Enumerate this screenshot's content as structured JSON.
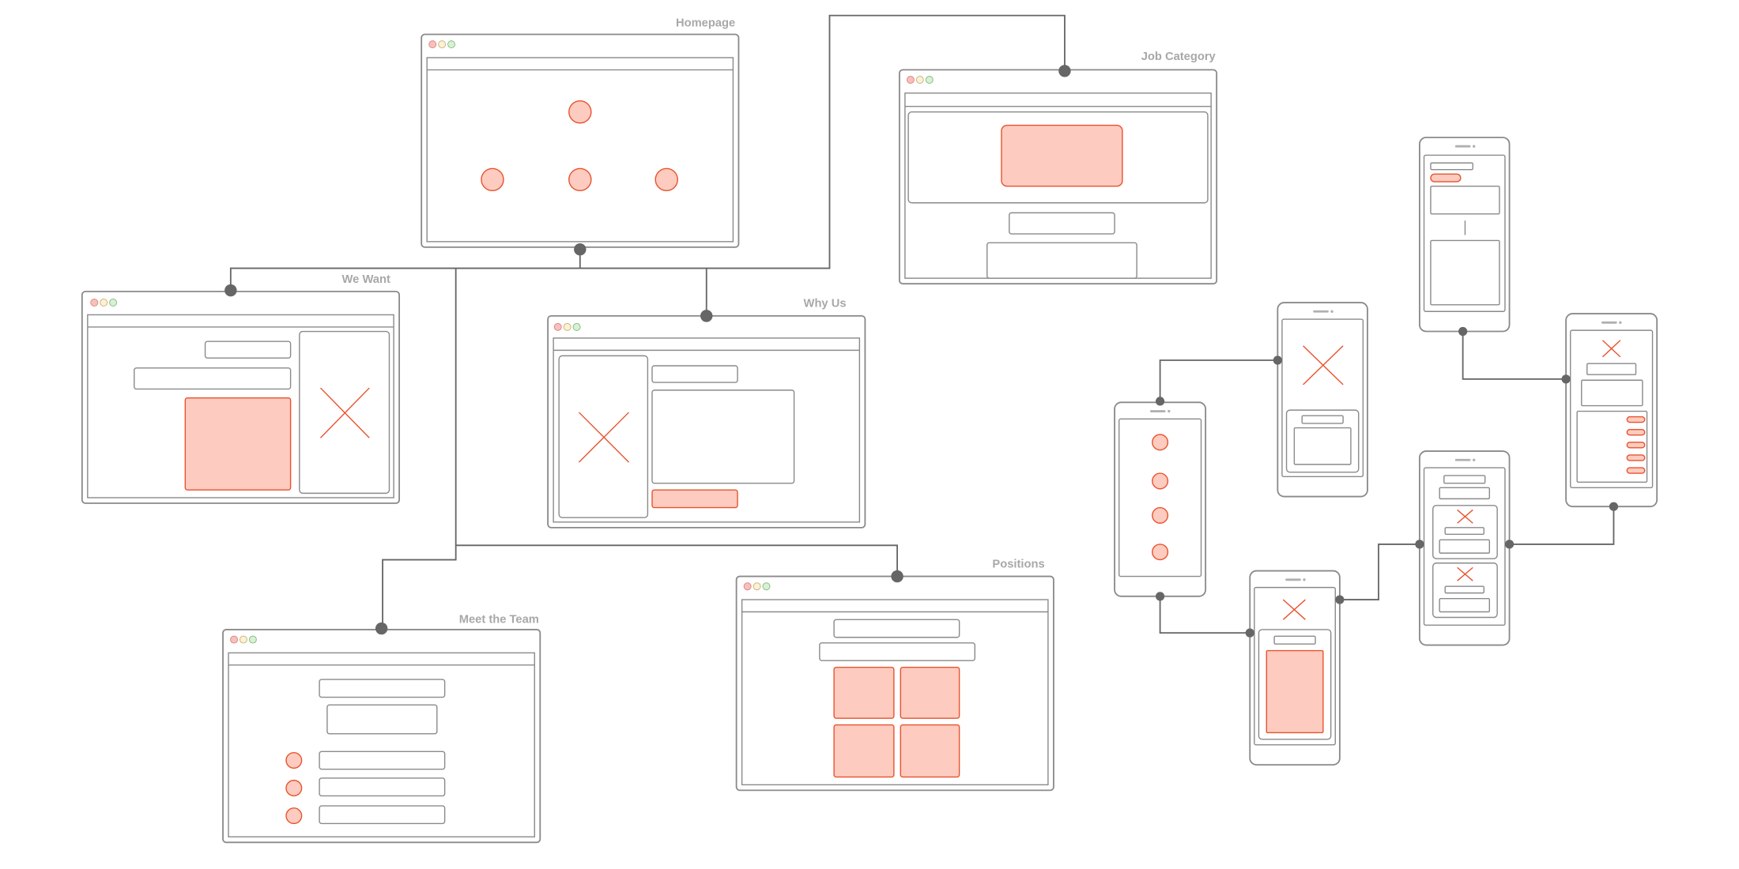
{
  "pages": {
    "homepage": {
      "title": "Homepage"
    },
    "job_category": {
      "title": "Job Category"
    },
    "we_want": {
      "title": "We Want"
    },
    "why_us": {
      "title": "Why Us"
    },
    "positions": {
      "title": "Positions"
    },
    "meet_the_team": {
      "title": "Meet the Team"
    }
  },
  "colors": {
    "outline": "#8a8a8a",
    "connector": "#666666",
    "accent_stroke": "#e8532e",
    "accent_fill": "#fdcbbf",
    "title_text": "#a8a8a8"
  },
  "icons": {
    "image_placeholder": "x-cross-icon",
    "window_controls": "traffic-light-icon"
  }
}
